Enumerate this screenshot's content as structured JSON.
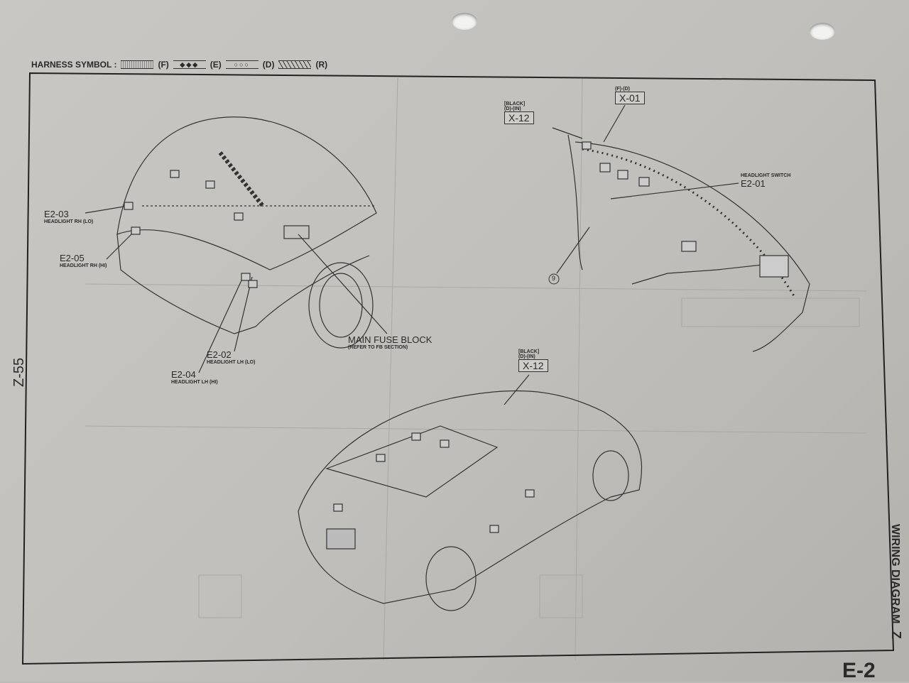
{
  "header": {
    "legend_label": "HARNESS SYMBOL :",
    "symbols": [
      {
        "code": "(F)",
        "pattern": "dotted"
      },
      {
        "code": "(E)",
        "pattern": "◆◆◆"
      },
      {
        "code": "(D)",
        "pattern": "○○○"
      },
      {
        "code": "(R)",
        "pattern": "////"
      }
    ]
  },
  "front_view": {
    "e2_03": {
      "id": "E2-03",
      "desc": "HEADLIGHT RH (LO)"
    },
    "e2_05": {
      "id": "E2-05",
      "desc": "HEADLIGHT RH (HI)"
    },
    "e2_02": {
      "id": "E2-02",
      "desc": "HEADLIGHT LH (LO)"
    },
    "e2_04": {
      "id": "E2-04",
      "desc": "HEADLIGHT LH (HI)"
    },
    "fuse": {
      "title": "MAIN FUSE BLOCK",
      "desc": "(REFER TO FB SECTION)"
    }
  },
  "dash_view": {
    "x12": {
      "color": "[BLACK]",
      "conn": "(D)-(IN)",
      "id": "X-12"
    },
    "x01": {
      "conn": "(F)-(D)",
      "id": "X-01"
    },
    "e2_01": {
      "desc": "HEADLIGHT SWITCH",
      "id": "E2-01"
    },
    "ground": "9"
  },
  "rear_view": {
    "x12": {
      "color": "[BLACK]",
      "conn": "(D)-(IN)",
      "id": "X-12"
    }
  },
  "page": {
    "left_number": "Z-55",
    "side_title": "WIRING DIAGRAM",
    "side_letter": "Z",
    "page_number": "E-2"
  }
}
